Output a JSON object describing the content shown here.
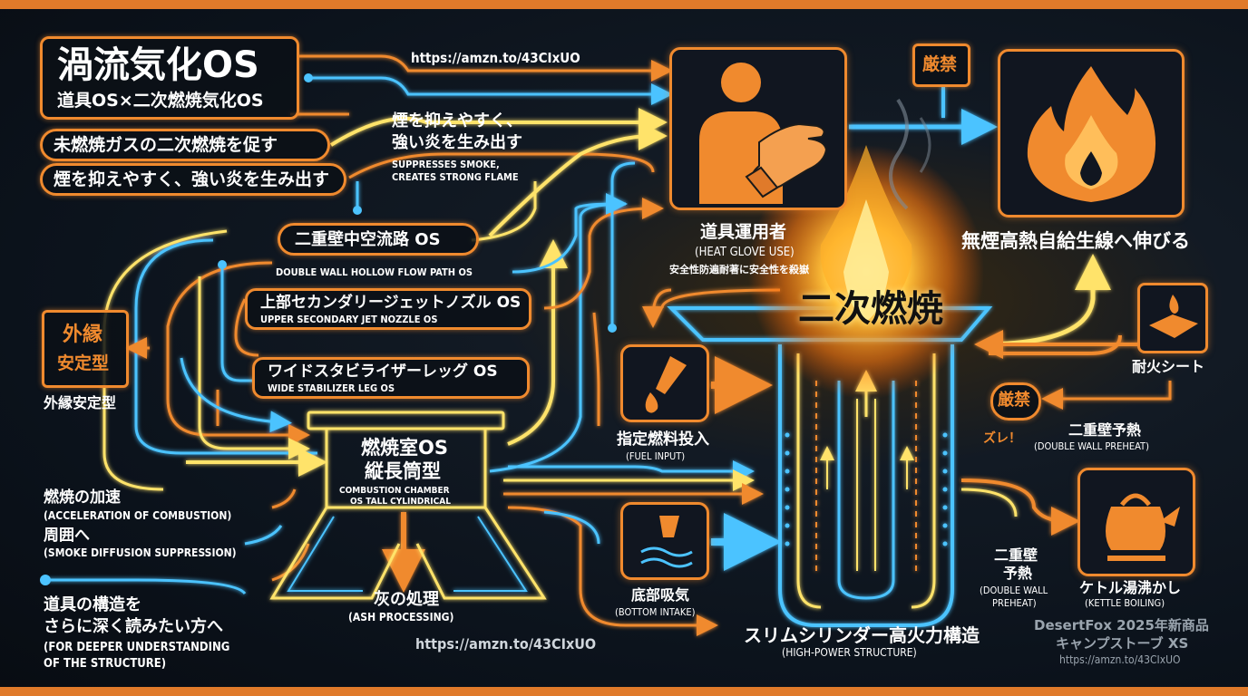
{
  "title_main": "渦流気化OS",
  "title_sub": "道具OS×二次燃焼気化OS",
  "point1": "未燃焼ガスの二次燃焼を促す",
  "point2": "煙を抑えやすく、強い炎を生み出す",
  "url_top": "https://amzn.to/43CIxUO",
  "smoke_jp_line1": "煙を抑えやすく、",
  "smoke_jp_line2": "強い炎を生み出す",
  "smoke_en_line1": "SUPPRESSES SMOKE,",
  "smoke_en_line2": "CREATES STRONG FLAME",
  "double_wall_jp": "二重壁中空流路 OS",
  "double_wall_en": "DOUBLE WALL HOLLOW FLOW PATH OS",
  "jet_jp": "上部セカンダリージェットノズル OS",
  "jet_en": "UPPER SECONDARY JET NOZZLE OS",
  "leg_jp": "ワイドスタビライザーレッグ OS",
  "leg_en": "WIDE STABILIZER LEG OS",
  "outer_box_line1": "外縁",
  "outer_box_line2": "安定型",
  "outer_label": "外縁安定型",
  "chamber_jp1": "燃焼室OS",
  "chamber_jp2": "縦長筒型",
  "chamber_en1": "COMBUSTION CHAMBER",
  "chamber_en2": "OS TALL CYLINDRICAL",
  "accel_jp": "燃焼の加速",
  "accel_en": "(ACCELERATION OF COMBUSTION)",
  "around_jp": "周囲へ",
  "around_en": "(SMOKE DIFFUSION SUPPRESSION)",
  "deeper_jp1": "道具の構造を",
  "deeper_jp2": "さらに深く読みたい方へ",
  "deeper_en1": "(FOR DEEPER UNDERSTANDING",
  "deeper_en2": "OF THE STRUCTURE)",
  "ash_jp": "灰の処理",
  "ash_en": "(ASH PROCESSING)",
  "url_bottom": "https://amzn.to/43CIxUO",
  "operator_jp": "道具運用者",
  "operator_en": "(HEAT GLOVE USE)",
  "operator_note": "安全性防遍耐著に安全性を殺嶽",
  "prohibited1": "厳禁",
  "prohibited2": "厳禁",
  "smokeless_jp": "無煙高熱自給生線へ伸びる",
  "secondary_burn": "二次燃焼",
  "fire_sheet": "耐火シート",
  "fuel_jp": "指定燃料投入",
  "fuel_en": "(FUEL INPUT)",
  "intake_jp": "底部吸気",
  "intake_en": "(BOTTOM INTAKE)",
  "preheat_jp": "二重壁予熱",
  "preheat_en": "(DOUBLE WALL PREHEAT)",
  "preheat_small": "ズレ！",
  "preheat2_jp1": "二重壁",
  "preheat2_jp2": "予熱",
  "preheat2_en1": "(DOUBLE WALL",
  "preheat2_en2": "PREHEAT)",
  "kettle_jp": "ケトル湯沸かし",
  "kettle_en": "(KETTLE BOILING)",
  "structure_jp": "スリムシリンダー高火力構造",
  "structure_en": "(HIGH-POWER STRUCTURE)",
  "brand_line1": "DesertFox 2025年新商品",
  "brand_line2": "キャンプストーブ XS",
  "brand_url": "https://amzn.to/43CIxUO",
  "colors": {
    "orange": "#f08a2e",
    "yellow": "#ffe36a",
    "blue": "#4cc3ff",
    "bg": "#0b121b"
  },
  "icons": [
    "glove-icon",
    "fire-icon",
    "fuel-icon",
    "intake-icon",
    "kettle-icon",
    "fire-sheet-icon"
  ]
}
